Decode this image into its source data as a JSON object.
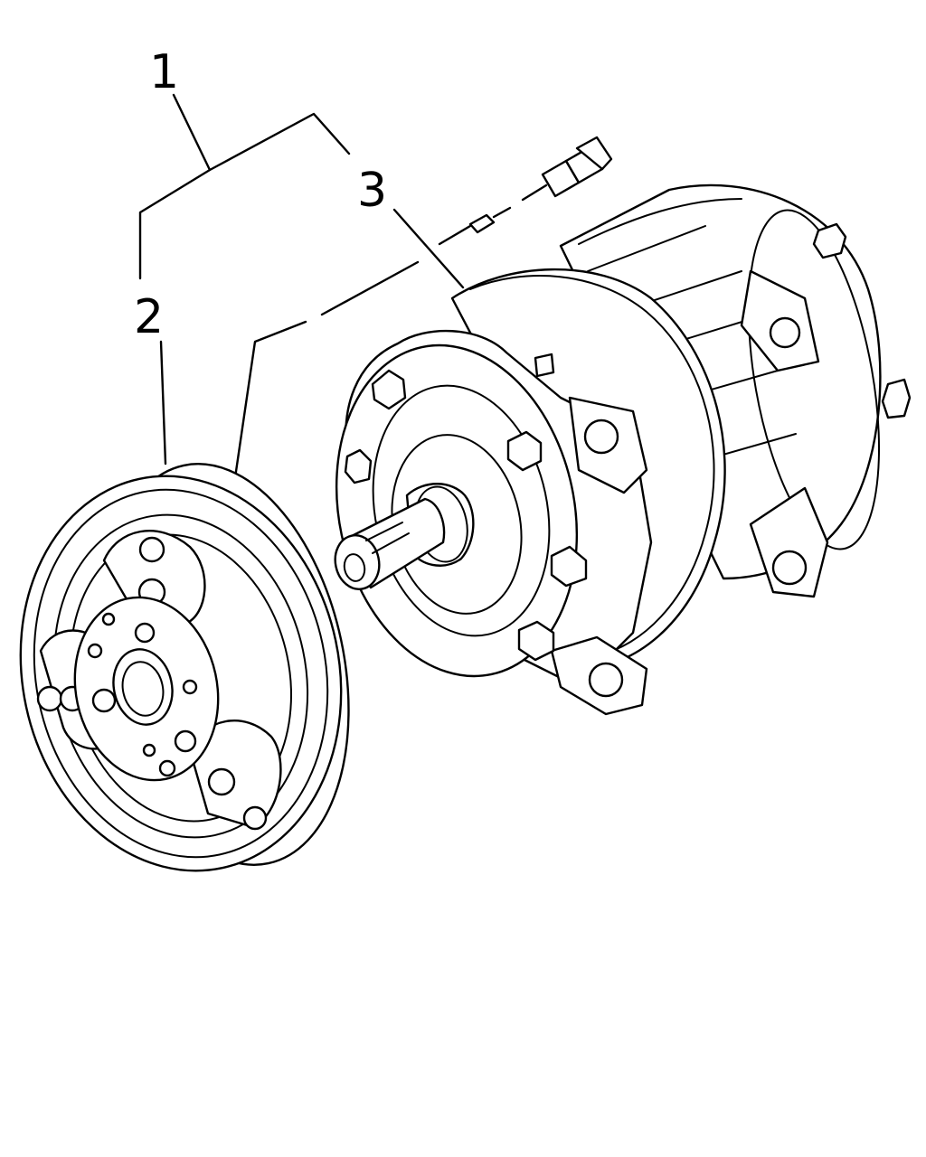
{
  "callouts": {
    "assembly": "1",
    "clutch_pulley": "2",
    "compressor_body": "3"
  }
}
